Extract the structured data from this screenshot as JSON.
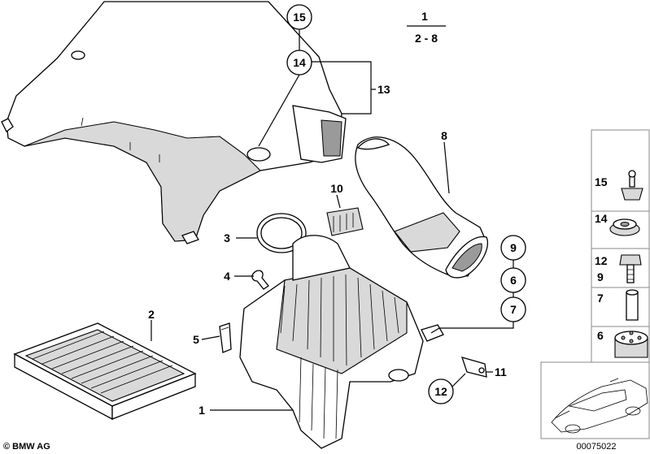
{
  "callouts": {
    "c1": "1",
    "c2": "2",
    "c3": "3",
    "c4": "4",
    "c5": "5",
    "c6": "6",
    "c7": "7",
    "c8": "8",
    "c9": "9",
    "c10": "10",
    "c11": "11",
    "c12": "12",
    "c13": "13",
    "c14": "14",
    "c15": "15"
  },
  "legend": {
    "top": "1",
    "bottom": "2 - 8"
  },
  "sidebar": {
    "cells": [
      {
        "labels": [
          "15"
        ]
      },
      {
        "labels": [
          "14"
        ]
      },
      {
        "labels": [
          "12",
          "9"
        ]
      },
      {
        "labels": [
          "7"
        ]
      },
      {
        "labels": [
          "6"
        ]
      }
    ]
  },
  "footer": {
    "copyright": "© BMW AG",
    "diagram_number": "00075022"
  }
}
